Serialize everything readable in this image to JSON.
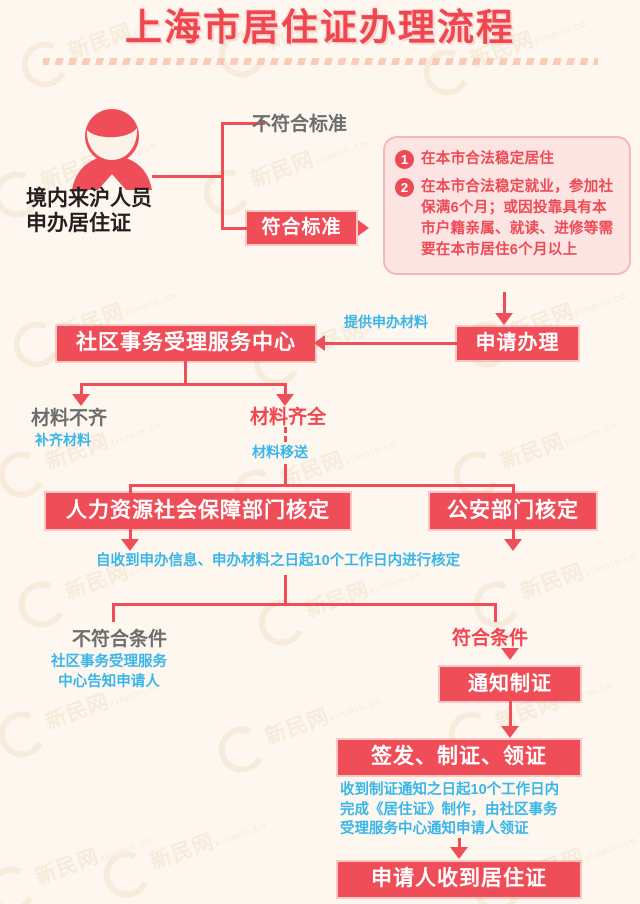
{
  "page": {
    "title": "上海市居住证办理流程",
    "background_color": "#fdf7ef",
    "accent_red": "#ef4d57",
    "accent_blue": "#39b6ea",
    "accent_gray": "#6d6d6d",
    "panel_pink": "#fbe4e1"
  },
  "watermark": {
    "cn": "新民网",
    "en": "xinmin.cn"
  },
  "applicant": {
    "icon": "person-icon",
    "label_line1": "境内来沪人员",
    "label_line2": "申办居住证"
  },
  "branch_standard": {
    "not_match_label": "不符合标准",
    "match_label": "符合标准"
  },
  "conditions": [
    {
      "num": "1",
      "text": "在本市合法稳定居住"
    },
    {
      "num": "2",
      "text": "在本市合法稳定就业，参加社保满6个月；或因投靠具有本市户籍亲属、就读、进修等需要在本市居住6个月以上"
    }
  ],
  "steps": {
    "apply": "申请办理",
    "service_center": "社区事务受理服务中心",
    "submit_materials_note": "提供申办材料",
    "hr_department": "人力资源社会保障部门核定",
    "police_department": "公安部门核定",
    "notify_make_card": "通知制证",
    "issue_make_collect": "签发、制证、领证",
    "applicant_receives": "申请人收到居住证"
  },
  "branch_materials": {
    "incomplete_label": "材料不齐",
    "incomplete_note": "补齐材料",
    "complete_label": "材料齐全",
    "complete_note": "材料移送"
  },
  "verification_note": "自收到申办信息、申办材料之日起10个工作日内进行核定",
  "branch_conditions": {
    "not_match_label": "不符合条件",
    "not_match_note_line1": "社区事务受理服务",
    "not_match_note_line2": "中心告知申请人",
    "match_label": "符合条件"
  },
  "production_note": {
    "line1": "收到制证通知之日起10个工作日内",
    "line2": "完成《居住证》制作，由社区事务",
    "line3": "受理服务中心通知申请人领证"
  }
}
